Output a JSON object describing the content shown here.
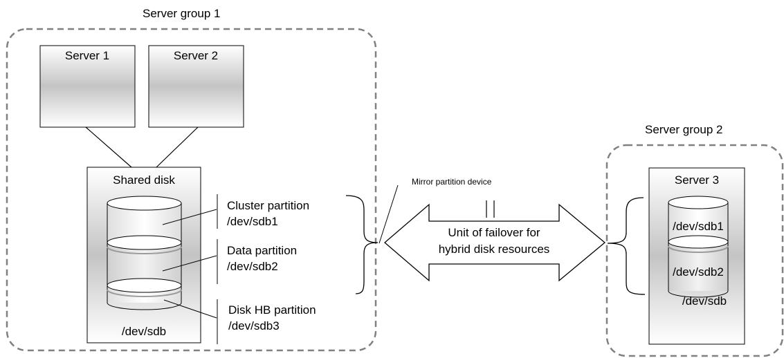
{
  "group1": {
    "title": "Server group 1"
  },
  "group2": {
    "title": "Server group 2"
  },
  "server1": {
    "label": "Server 1"
  },
  "server2": {
    "label": "Server 2"
  },
  "server3": {
    "label": "Server 3"
  },
  "shared_disk": {
    "title": "Shared disk",
    "device": "/dev/sdb",
    "partitions": [
      {
        "name": "Cluster partition",
        "device": "/dev/sdb1"
      },
      {
        "name": "Data partition",
        "device": "/dev/sdb2"
      },
      {
        "name": "Disk HB partition",
        "device": "/dev/sdb3"
      }
    ]
  },
  "server3_disk": {
    "part1": "/dev/sdb1",
    "part2": "/dev/sdb2",
    "device": "/dev/sdb"
  },
  "mirror_label": "Mirror partition device",
  "arrow_label": {
    "line1": "Unit of failover for",
    "line2": "hybrid disk resources"
  }
}
